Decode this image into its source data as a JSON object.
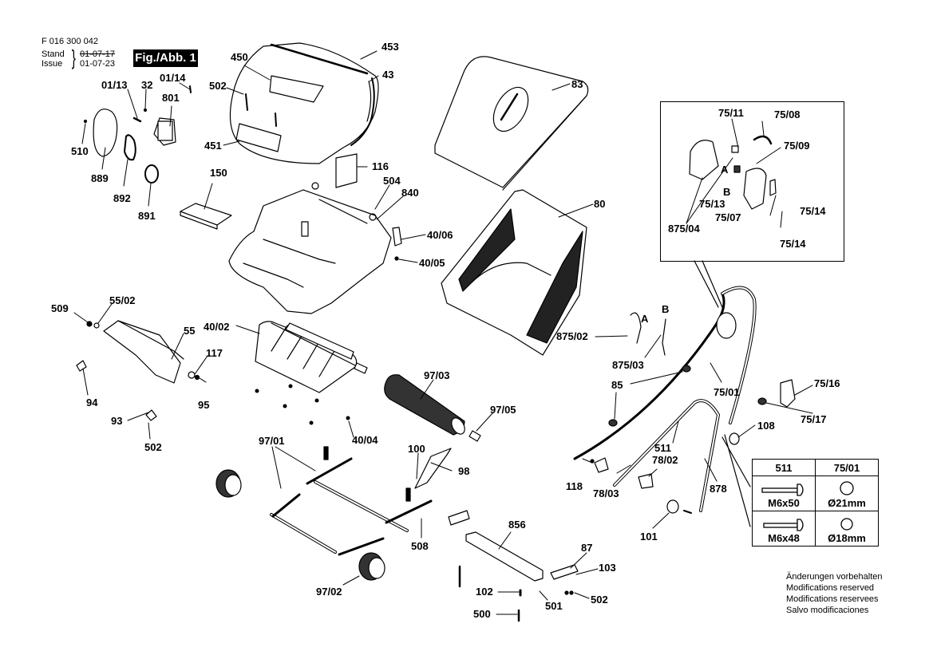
{
  "header": {
    "document_number": "F 016 300 042",
    "stand_label": "Stand",
    "issue_label": "Issue",
    "stand_value": "01-07-17",
    "issue_value": "01-07-23",
    "figure_label": "Fig./Abb. 1"
  },
  "part_labels": {
    "p453": "453",
    "p43": "43",
    "p450": "450",
    "p502a": "502",
    "p451": "451",
    "p0113": "01/13",
    "p32": "32",
    "p0114": "01/14",
    "p801": "801",
    "p510": "510",
    "p889": "889",
    "p892": "892",
    "p891": "891",
    "p150": "150",
    "p116": "116",
    "p504": "504",
    "p840": "840",
    "p4006": "40/06",
    "p4005": "40/05",
    "p83": "83",
    "p80": "80",
    "p509": "509",
    "p5502": "55/02",
    "p55": "55",
    "p117": "117",
    "p95": "95",
    "p94": "94",
    "p93": "93",
    "p502b": "502",
    "p4002": "40/02",
    "p9703": "97/03",
    "p9705": "97/05",
    "p4004": "40/04",
    "p9701": "97/01",
    "p100": "100",
    "p98": "98",
    "p508": "508",
    "p9702": "97/02",
    "p856": "856",
    "p87": "87",
    "p103": "103",
    "p102": "102",
    "p500": "500",
    "p501": "501",
    "p502c": "502",
    "p87502": "875/02",
    "p87503": "875/03",
    "pA": "A",
    "pB": "B",
    "p85": "85",
    "p7501": "75/01",
    "p7516": "75/16",
    "p7517": "75/17",
    "p108": "108",
    "p511": "511",
    "p7802": "78/02",
    "p118": "118",
    "p7803": "78/03",
    "p878": "878",
    "p101": "101"
  },
  "inset": {
    "labels": {
      "p7511": "75/11",
      "p7508": "75/08",
      "p7509": "75/09",
      "pA": "A",
      "pB": "B",
      "p7513": "75/13",
      "p7507": "75/07",
      "p87504": "875/04",
      "p7514a": "75/14",
      "p7514b": "75/14"
    }
  },
  "variant_table": {
    "headers": [
      "511",
      "75/01"
    ],
    "rows": [
      {
        "screw": "M6x50",
        "diameter": "Ø21mm"
      },
      {
        "screw": "M6x48",
        "diameter": "Ø18mm"
      }
    ]
  },
  "notes": [
    "Änderungen vorbehalten",
    "Modifications reserved",
    "Modifications reservees",
    "Salvo modificaciones"
  ]
}
